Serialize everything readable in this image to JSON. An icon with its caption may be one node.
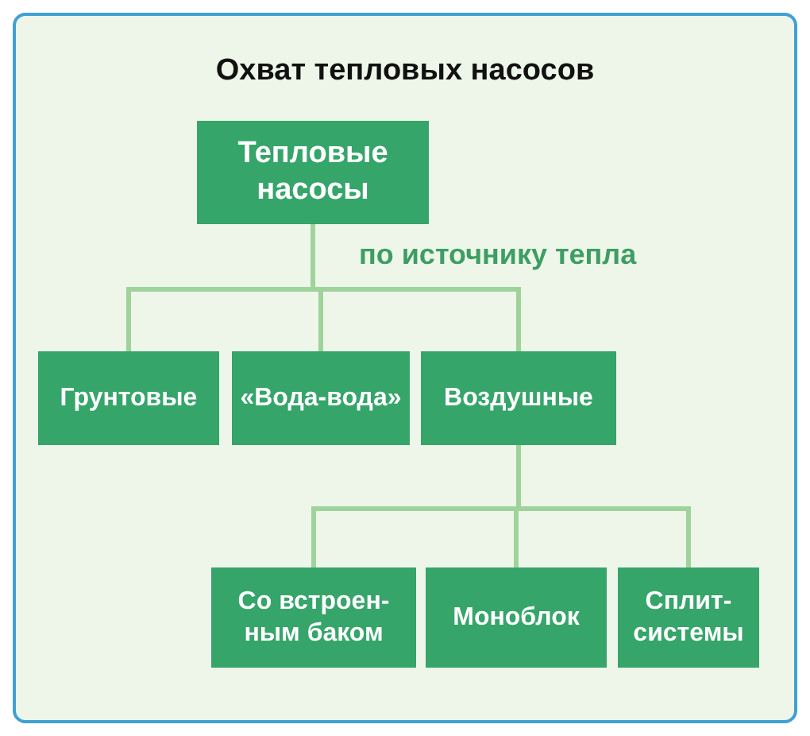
{
  "diagram": {
    "title": "Охват тепловых насосов",
    "nodes": [
      {
        "text": [
          "Тепловые насосы"
        ]
      },
      {
        "text": [
          "Грунтовые"
        ]
      },
      {
        "text": [
          "«Вода-вода»"
        ]
      },
      {
        "text": [
          "Воздушные"
        ]
      },
      {
        "text": [
          "Со встроен-ным баком"
        ]
      },
      {
        "text": [
          "Моноблок"
        ]
      },
      {
        "text": [
          "Сплит-системы"
        ]
      }
    ],
    "edges": [
      {
        "from": 0,
        "to": 1,
        "arrow": "none"
      },
      {
        "from": 0,
        "to": 2,
        "arrow": "none"
      },
      {
        "from": 0,
        "to": 3,
        "arrow": "none"
      },
      {
        "from": 3,
        "to": 4,
        "arrow": "none"
      },
      {
        "from": 3,
        "to": 5,
        "arrow": "none"
      },
      {
        "from": 3,
        "to": 6,
        "arrow": "none"
      }
    ],
    "labels": [
      "по источнику тепла"
    ]
  }
}
